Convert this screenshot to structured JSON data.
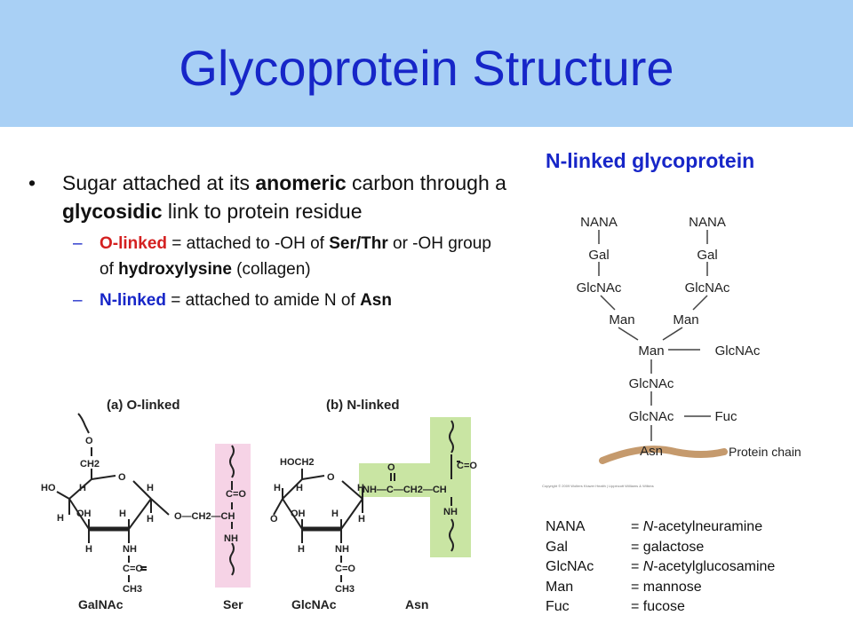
{
  "slide": {
    "title": "Glycoprotein Structure"
  },
  "bullets": {
    "main": {
      "t1": "Sugar attached at its ",
      "b1": "anomeric",
      "t2": " carbon through a ",
      "b2": "glycosidic",
      "t3": " link to protein residue"
    },
    "o_linked": {
      "label": "O-linked",
      "t1": " = attached to -OH of ",
      "b1": "Ser/Thr",
      "t2": " or -OH group of ",
      "b2": "hydroxylysine",
      "t3": " (collagen)"
    },
    "n_linked": {
      "label": "N-linked",
      "t1": " = attached to amide N of ",
      "b1": "Asn"
    }
  },
  "structures": {
    "panel_a": "(a) O-linked",
    "panel_b": "(b) N-linked",
    "galnac": "GalNAc",
    "ser": "Ser",
    "glcnac": "GlcNAc",
    "asn": "Asn",
    "atoms": {
      "O": "O",
      "H": "H",
      "HO": "HO",
      "OH": "OH",
      "NH": "NH",
      "CH": "CH",
      "CH2": "CH2",
      "CH3": "CH3",
      "HOCH2": "HOCH2",
      "CO": "C=O",
      "O_CH2_CH": "O—CH2—CH",
      "NH_C_CH2_CH": "NH—C—CH2—CH"
    }
  },
  "n_glycan": {
    "title": "N-linked glycoprotein",
    "nodes": {
      "nana_l": "NANA",
      "nana_r": "NANA",
      "gal_l": "Gal",
      "gal_r": "Gal",
      "glcnac_l": "GlcNAc",
      "glcnac_r": "GlcNAc",
      "man_l": "Man",
      "man_r": "Man",
      "man_c": "Man",
      "glcnac_branch": "GlcNAc",
      "glcnac_1": "GlcNAc",
      "glcnac_2": "GlcNAc",
      "fuc": "Fuc",
      "asn": "Asn",
      "protein_chain": "Protein chain"
    },
    "copyright": "Copyright © 2009 Wolters Kluwer Health | Lippincott Williams & Wilkins"
  },
  "legend": [
    {
      "abbr": "NANA",
      "eq": "= ",
      "italic": "N",
      "rest": "-acetylneuramine"
    },
    {
      "abbr": "Gal",
      "eq": "= ",
      "italic": "",
      "rest": "galactose"
    },
    {
      "abbr": "GlcNAc",
      "eq": "= ",
      "italic": "N",
      "rest": "-acetylglucosamine"
    },
    {
      "abbr": "Man",
      "eq": "= ",
      "italic": "",
      "rest": "mannose"
    },
    {
      "abbr": "Fuc",
      "eq": "= ",
      "italic": "",
      "rest": "fucose"
    }
  ],
  "colors": {
    "title_bar": "#a9d0f5",
    "title_text": "#1726c8",
    "o_linked_red": "#d42020",
    "ser_pink": "#f6d3e6",
    "asn_green": "#c9e5a3",
    "protein_chain": "#c59a6d"
  }
}
